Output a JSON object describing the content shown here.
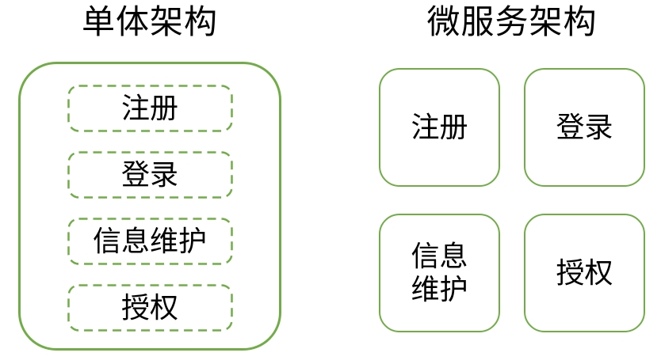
{
  "colors": {
    "accent_green": "#70AD47",
    "text": "#000000",
    "background": "#FFFFFF"
  },
  "monolith": {
    "title": "单体架构",
    "modules": [
      "注册",
      "登录",
      "信息维护",
      "授权"
    ]
  },
  "microservices": {
    "title": "微服务架构",
    "services": [
      "注册",
      "登录",
      "信息\n维护",
      "授权"
    ]
  }
}
